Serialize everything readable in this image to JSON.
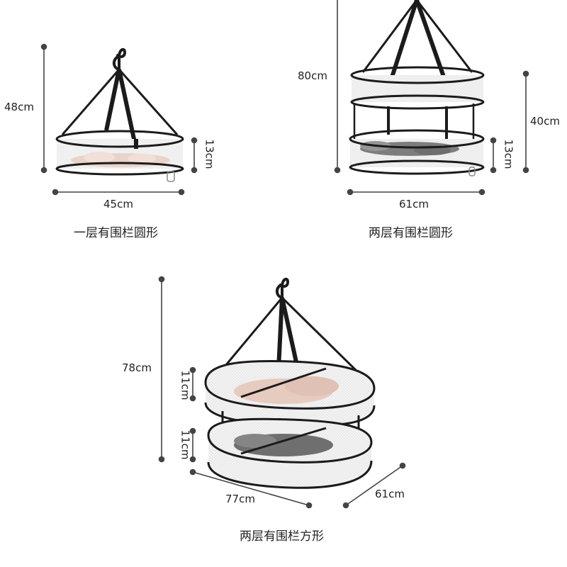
{
  "products": [
    {
      "caption": "一层有围栏圆形",
      "height_label": "48cm",
      "layer_height_label": "13cm",
      "width_label": "45cm"
    },
    {
      "caption": "两层有围栏圆形",
      "height_label": "80cm",
      "partial_height_label": "40cm",
      "layer_height_label": "13cm",
      "width_label": "61cm"
    },
    {
      "caption": "两层有围栏方形",
      "height_label": "78cm",
      "upper_layer_height_label": "11cm",
      "lower_layer_height_label": "11cm",
      "length_label": "77cm",
      "depth_label": "61cm"
    }
  ],
  "colors": {
    "frame": "#1b1b1b",
    "mesh": "#f2f2f2",
    "mesh_line": "#d8d8d8",
    "clothes_pink": "#e9d2c8",
    "clothes_grey": "#7c7c7c",
    "dimension_line": "#444444"
  }
}
